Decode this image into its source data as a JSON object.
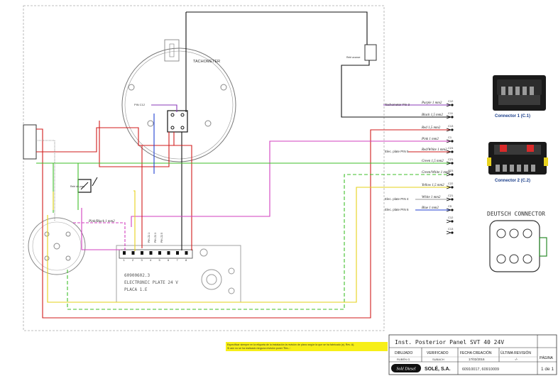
{
  "tachometer": {
    "label": "TACHOMETER",
    "pin_label": "PIN C12"
  },
  "relay": {
    "box_label": "Relé avance"
  },
  "connectors": {
    "c1_label": "Connector 1 (C.1)",
    "c2_label": "Connector 2 (C.2)",
    "deutsch_label": "DEUTSCH CONNECTOR"
  },
  "wires": [
    {
      "left_label": "Tachometer Pin 3",
      "name": "Purple 1 mm2",
      "code": "C12",
      "color": "#8a3ab9"
    },
    {
      "left_label": "",
      "name": "Black 1,5 mm2",
      "code": "C11",
      "color": "#111111"
    },
    {
      "left_label": "",
      "name": "Red 1,5 mm2",
      "code": "C13",
      "color": "#d11b1b"
    },
    {
      "left_label": "",
      "name": "Pink 1 mm2",
      "code": "C1",
      "color": "#d23fbf"
    },
    {
      "left_label": "Elec. plate PIN 5",
      "name": "Red/White 1 mm2",
      "code": "C24",
      "color": "#d11b1b"
    },
    {
      "left_label": "",
      "name": "Green 1,5 mm2",
      "code": "C21",
      "color": "#3fbf2a"
    },
    {
      "left_label": "",
      "name": "Green/White 1 mm2",
      "code": "C23",
      "color": "#3fbf2a"
    },
    {
      "left_label": "",
      "name": "Yellow 1,5 mm2",
      "code": "C22",
      "color": "#e6d21a"
    },
    {
      "left_label": "Elec. plate PIN 4",
      "name": "White 1 mm2",
      "code": "C21",
      "color": "#888888"
    },
    {
      "left_label": "Elec. plate PIN 6",
      "name": "Blue 1 mm2",
      "code": "C5",
      "color": "#1f3fd1"
    },
    {
      "left_label": "",
      "name": "",
      "code": "C12",
      "color": "#888888"
    },
    {
      "left_label": "",
      "name": "",
      "code": "C13",
      "color": "#888888"
    }
  ],
  "plate": {
    "line1": "60900602.3",
    "line2": "ELECTRONIC PLATE 24 V",
    "line3": "PLACA 1.E",
    "pins": [
      "1",
      "2",
      "3",
      "4",
      "5",
      "6",
      "7",
      "8"
    ],
    "pin_tags": [
      "PIN Z2.1",
      "PIN Z2.3",
      "PIN Z2.5"
    ]
  },
  "misc": {
    "wire_note": "Pink/Black 1 mm2",
    "relay_coil": "Relé de paro"
  },
  "note": "Especificar siempre en la etiqueta de la instalación la revisión de plano según la que se ha fabricado (ej. Rev. A). Si aún no se ha realizado ninguna revisión poner 'Rev.-'.",
  "title_block": {
    "title": "Inst. Posterior Panel SVT 40 24V",
    "headers": [
      "DIBUJADO",
      "VERIFICADO",
      "FECHA CREACIÓN",
      "ÚLTIMA REVISIÓN",
      "PÁGINA"
    ],
    "values": [
      "RUBÉN G.",
      "SUBACH",
      "17/02/2016",
      "-/-",
      ""
    ],
    "logo": "Solé Diesel",
    "company": "SOLÉ, S.A.",
    "codes": "60910017, 60910009",
    "page": "1 de 1"
  }
}
